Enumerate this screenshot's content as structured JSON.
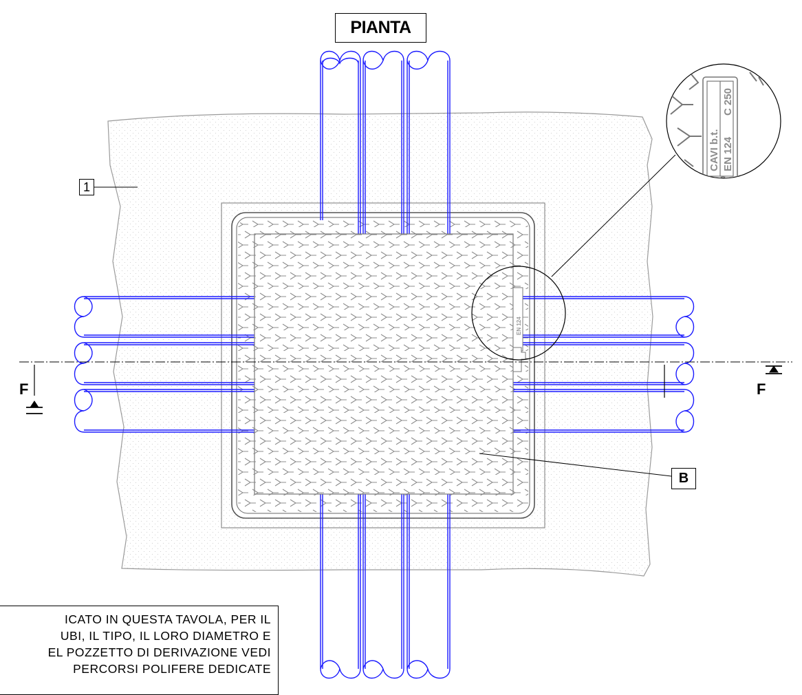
{
  "title": "PIANTA",
  "labels": {
    "item_1": "1",
    "item_b": "B",
    "section_left": "F",
    "section_right": "F"
  },
  "detail": {
    "plate_line1": "CAVI b.t.",
    "plate_line2": "EN 124",
    "plate_line3": "C 250",
    "plate_small": "EN 124"
  },
  "note": {
    "lines": [
      "ICATO IN QUESTA TAVOLA, PER IL",
      "UBI, IL TIPO, IL LORO DIAMETRO E",
      "EL POZZETTO DI DERIVAZIONE VEDI",
      "PERCORSI POLIFERE DEDICATE"
    ]
  },
  "colors": {
    "pipe": "#1a1aff",
    "line": "#000000",
    "ground_outline": "#9a9a9a",
    "ground_dots": "#c4c4c4",
    "pattern": "#8c8c8c"
  }
}
